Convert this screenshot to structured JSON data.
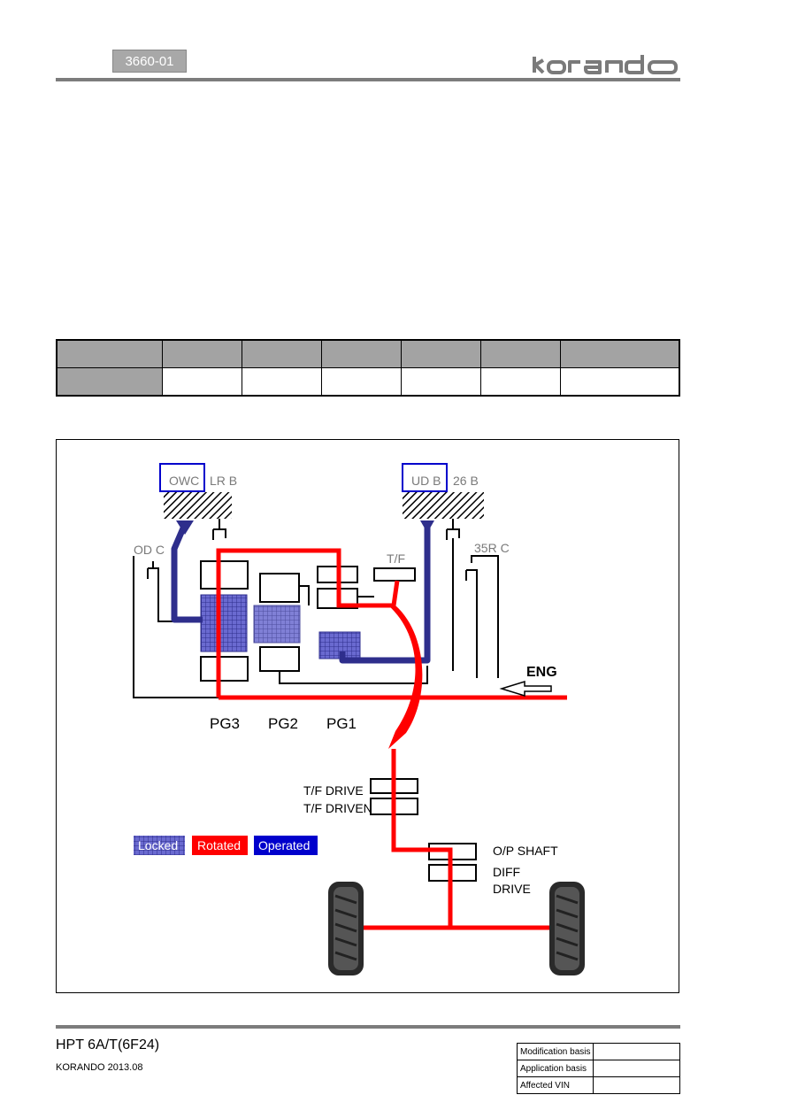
{
  "header": {
    "section_code": "3660-01",
    "brand_logo": "korando"
  },
  "spec_table": {
    "rows": 2,
    "columns": 7
  },
  "diagram": {
    "labels": {
      "owc": "OWC",
      "lr_b": "LR B",
      "ud_b": "UD B",
      "b26": "26 B",
      "od_c": "OD C",
      "tf": "T/F",
      "r35_c": "35R C",
      "eng": "ENG",
      "pg3": "PG3",
      "pg2": "PG2",
      "pg1": "PG1",
      "tf_drive": "T/F DRIVE",
      "tf_driven": "T/F DRIVEN",
      "op_shaft": "O/P SHAFT",
      "diff": "DIFF",
      "drive": "DRIVE"
    },
    "legend": {
      "locked": "Locked",
      "rotated": "Rotated",
      "operated": "Operated"
    },
    "colors": {
      "rotated": "#ff0000",
      "operated": "#0000cc",
      "locked_path": "#2e2e8c",
      "locked_fill": "#6a6ad0"
    }
  },
  "footer": {
    "title": "HPT 6A/T(6F24)",
    "subtitle": "KORANDO 2013.08",
    "revision": [
      {
        "label": "Modification basis",
        "value": ""
      },
      {
        "label": "Application basis",
        "value": ""
      },
      {
        "label": "Affected VIN",
        "value": ""
      }
    ]
  }
}
